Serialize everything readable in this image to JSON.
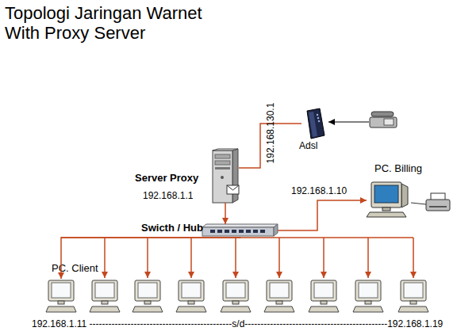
{
  "diagram": {
    "title": "Topologi Jaringan Warnet With Proxy Server",
    "nodes": [
      {
        "text": [
          "Adsl"
        ]
      },
      {
        "text": [
          "Server Proxy",
          "192.168.1.1"
        ]
      },
      {
        "text": [
          "Swicth / Hub"
        ]
      },
      {
        "text": [
          "PC. Billing",
          "192.168.1.10"
        ]
      },
      {
        "text": [
          "PC. Client"
        ]
      }
    ],
    "edges": [
      {
        "from": 0,
        "to": 1,
        "arrow": "none",
        "label": "192.168.130.1"
      },
      {
        "from": 1,
        "to": 2,
        "arrow": "to"
      },
      {
        "from": 2,
        "to": 3,
        "arrow": "to"
      },
      {
        "from": 2,
        "to": 4,
        "arrow": "to"
      }
    ],
    "labels": [
      "192.168.1.11 ---------------------------------------------s/d---------------------------------------------192.168.1.19"
    ]
  }
}
